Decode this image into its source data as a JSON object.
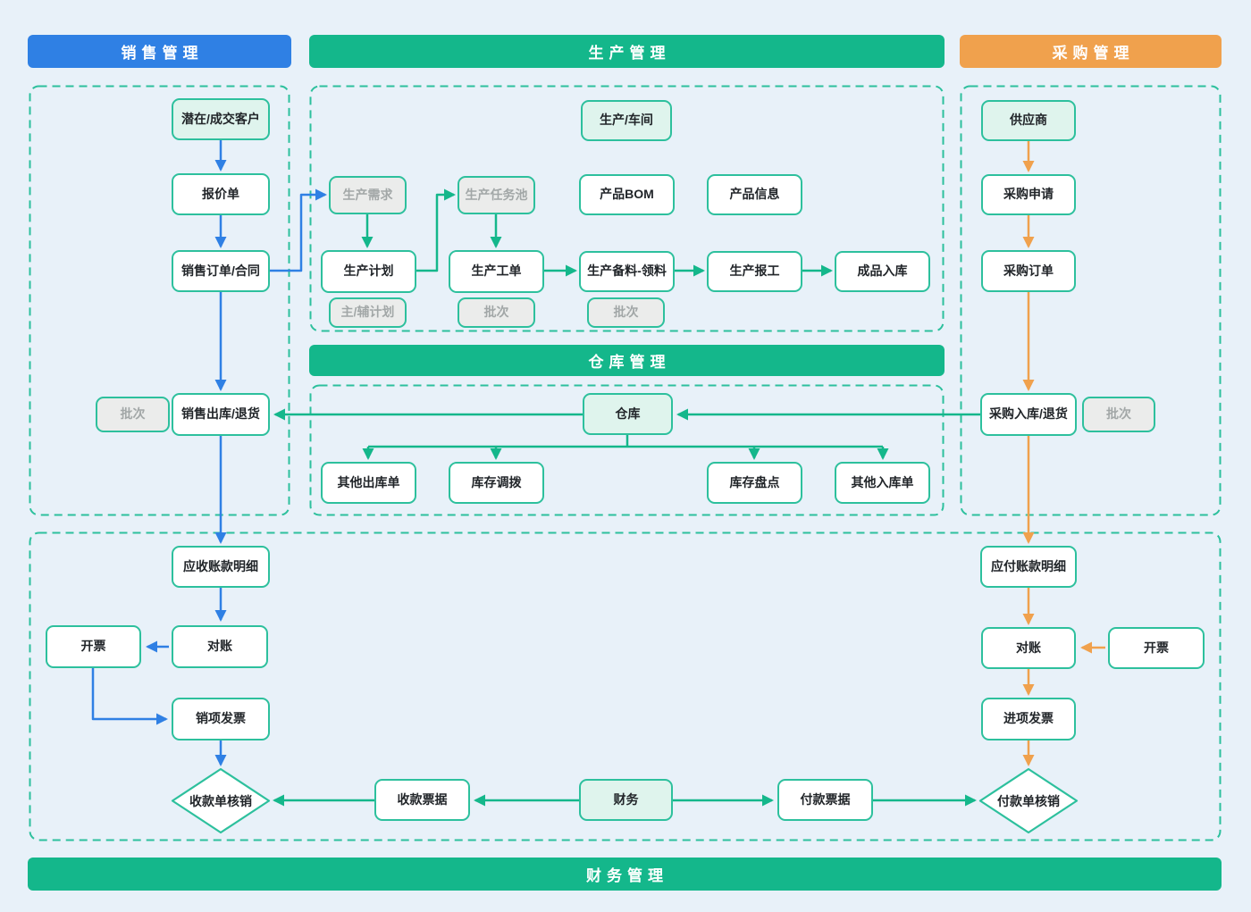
{
  "sections": {
    "sales": {
      "title": "销售管理"
    },
    "production": {
      "title": "生产管理"
    },
    "purchase": {
      "title": "采购管理"
    },
    "warehouse": {
      "title": "仓库管理"
    },
    "finance": {
      "title": "财务管理"
    }
  },
  "nodes": {
    "customer": "潜在/成交客户",
    "quotation": "报价单",
    "sales_order": "销售订单/合同",
    "sales_batch": "批次",
    "sales_outbound": "销售出库/退货",
    "ar_detail": "应收账款明细",
    "ar_reconcile": "对账",
    "ar_invoice_issue": "开票",
    "sales_invoice": "销项发票",
    "receipt_writeoff": "收款单核销",
    "receipt_note": "收款票据",
    "finance_hub": "财务",
    "payment_note": "付款票据",
    "payment_writeoff": "付款单核销",
    "workshop": "生产/车间",
    "prod_demand": "生产需求",
    "prod_task_pool": "生产任务池",
    "product_bom": "产品BOM",
    "product_info": "产品信息",
    "prod_plan": "生产计划",
    "prod_order": "生产工单",
    "prod_material": "生产备料-领料",
    "prod_report": "生产报工",
    "finished_inbound": "成品入库",
    "plan_sub": "主/辅计划",
    "order_batch": "批次",
    "material_batch": "批次",
    "warehouse_hub": "仓库",
    "other_outbound": "其他出库单",
    "stock_transfer": "库存调拨",
    "stock_check": "库存盘点",
    "other_inbound": "其他入库单",
    "supplier": "供应商",
    "purchase_request": "采购申请",
    "purchase_order": "采购订单",
    "purchase_inbound": "采购入库/退货",
    "purchase_batch": "批次",
    "ap_detail": "应付账款明细",
    "ap_reconcile": "对账",
    "ap_invoice_issue": "开票",
    "purchase_invoice": "进项发票"
  },
  "colors": {
    "sales_blue": "#2F80E4",
    "process_green": "#14B78B",
    "purchase_orange": "#F0A14D",
    "node_border_green": "#2DC09D",
    "light_green_fill": "#DFF4ED",
    "gray_fill": "#EBECEB",
    "muted_text": "#A2A7A7",
    "background": "#E8F1F9"
  }
}
